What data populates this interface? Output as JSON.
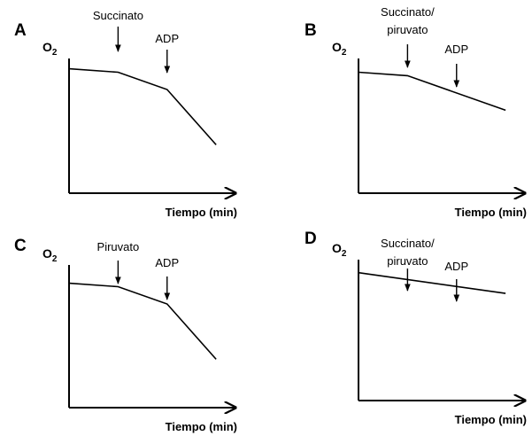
{
  "chart_data": [
    {
      "type": "line",
      "panel": "A",
      "ylabel": "O2",
      "xlabel": "Tiempo (min)",
      "x": [
        0,
        1,
        2,
        3
      ],
      "y": [
        0.72,
        0.7,
        0.6,
        0.28
      ],
      "annotations": [
        {
          "text": "Succinato",
          "x": 1
        },
        {
          "text": "ADP",
          "x": 2
        }
      ]
    },
    {
      "type": "line",
      "panel": "B",
      "ylabel": "O2",
      "xlabel": "Tiempo (min)",
      "x": [
        0,
        1,
        3
      ],
      "y": [
        0.7,
        0.68,
        0.48
      ],
      "annotations": [
        {
          "text": "Succinato/ piruvato",
          "x": 1
        },
        {
          "text": "ADP",
          "x": 2
        }
      ]
    },
    {
      "type": "line",
      "panel": "C",
      "ylabel": "O2",
      "xlabel": "Tiempo (min)",
      "x": [
        0,
        1,
        2,
        3
      ],
      "y": [
        0.72,
        0.7,
        0.6,
        0.28
      ],
      "annotations": [
        {
          "text": "Piruvato",
          "x": 1
        },
        {
          "text": "ADP",
          "x": 2
        }
      ]
    },
    {
      "type": "line",
      "panel": "D",
      "ylabel": "O2",
      "xlabel": "Tiempo (min)",
      "x": [
        0,
        3
      ],
      "y": [
        0.74,
        0.62
      ],
      "annotations": [
        {
          "text": "Succinato/ piruvato",
          "x": 1
        },
        {
          "text": "ADP",
          "x": 2
        }
      ]
    }
  ]
}
